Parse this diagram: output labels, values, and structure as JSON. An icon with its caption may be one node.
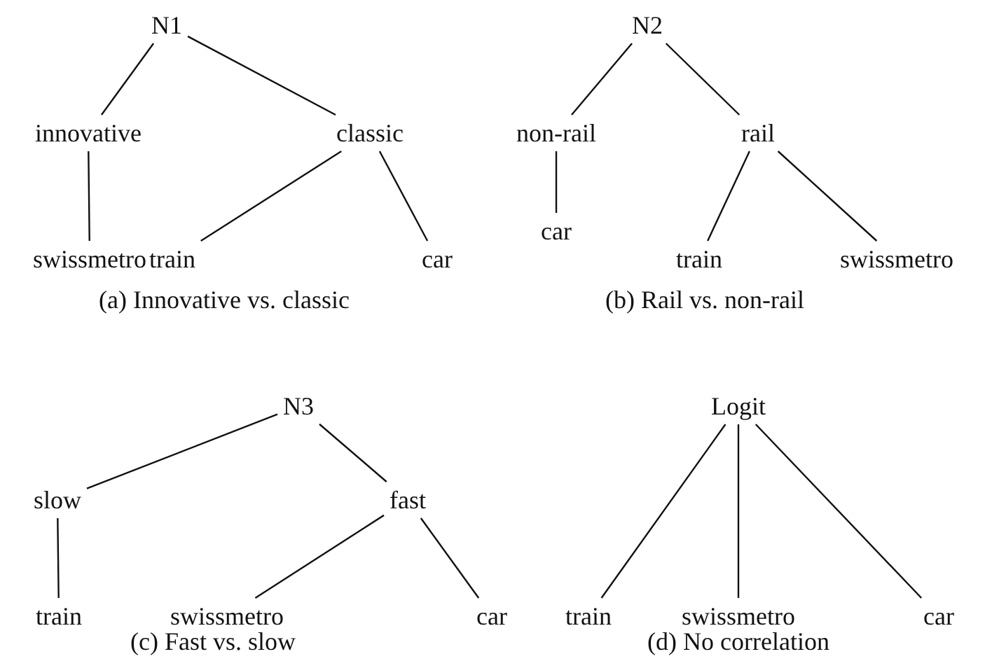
{
  "diagram": {
    "nodes": [
      {
        "text": [
          "N1"
        ]
      },
      {
        "text": [
          "innovative"
        ]
      },
      {
        "text": [
          "classic"
        ]
      },
      {
        "text": [
          "swissmetro"
        ]
      },
      {
        "text": [
          "train"
        ]
      },
      {
        "text": [
          "car"
        ]
      },
      {
        "text": [
          "N2"
        ]
      },
      {
        "text": [
          "non-rail"
        ]
      },
      {
        "text": [
          "rail"
        ]
      },
      {
        "text": [
          "car"
        ]
      },
      {
        "text": [
          "train"
        ]
      },
      {
        "text": [
          "swissmetro"
        ]
      },
      {
        "text": [
          "N3"
        ]
      },
      {
        "text": [
          "slow"
        ]
      },
      {
        "text": [
          "fast"
        ]
      },
      {
        "text": [
          "train"
        ]
      },
      {
        "text": [
          "swissmetro"
        ]
      },
      {
        "text": [
          "car"
        ]
      },
      {
        "text": [
          "Logit"
        ]
      },
      {
        "text": [
          "train"
        ]
      },
      {
        "text": [
          "swissmetro"
        ]
      },
      {
        "text": [
          "car"
        ]
      }
    ],
    "edges": [
      {
        "from": 0,
        "to": 1,
        "arrow": "none"
      },
      {
        "from": 0,
        "to": 2,
        "arrow": "none"
      },
      {
        "from": 1,
        "to": 3,
        "arrow": "none"
      },
      {
        "from": 2,
        "to": 4,
        "arrow": "none"
      },
      {
        "from": 2,
        "to": 5,
        "arrow": "none"
      },
      {
        "from": 6,
        "to": 7,
        "arrow": "none"
      },
      {
        "from": 6,
        "to": 8,
        "arrow": "none"
      },
      {
        "from": 7,
        "to": 9,
        "arrow": "none"
      },
      {
        "from": 8,
        "to": 10,
        "arrow": "none"
      },
      {
        "from": 8,
        "to": 11,
        "arrow": "none"
      },
      {
        "from": 12,
        "to": 13,
        "arrow": "none"
      },
      {
        "from": 12,
        "to": 14,
        "arrow": "none"
      },
      {
        "from": 13,
        "to": 15,
        "arrow": "none"
      },
      {
        "from": 14,
        "to": 16,
        "arrow": "none"
      },
      {
        "from": 14,
        "to": 17,
        "arrow": "none"
      },
      {
        "from": 18,
        "to": 19,
        "arrow": "none"
      },
      {
        "from": 18,
        "to": 20,
        "arrow": "none"
      },
      {
        "from": 18,
        "to": 21,
        "arrow": "none"
      }
    ],
    "labels": [
      "(a) Innovative vs. classic",
      "(b) Rail vs. non-rail",
      "(c) Fast vs. slow",
      "(d) No correlation"
    ]
  }
}
